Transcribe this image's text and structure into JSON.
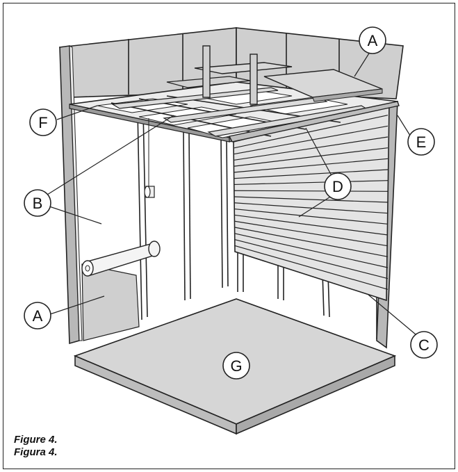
{
  "figure": {
    "caption_en": "Figure 4.",
    "caption_es": "Figura 4."
  },
  "callouts": {
    "A_top": "A",
    "A_bottom": "A",
    "B": "B",
    "C": "C",
    "D": "D",
    "E": "E",
    "F": "F",
    "G": "G"
  },
  "colors": {
    "line": "#222222",
    "wall_gray": "#cfcfcf",
    "floor_gray": "#d6d6d6",
    "panel_gray": "#e4e4e4",
    "white": "#ffffff"
  }
}
